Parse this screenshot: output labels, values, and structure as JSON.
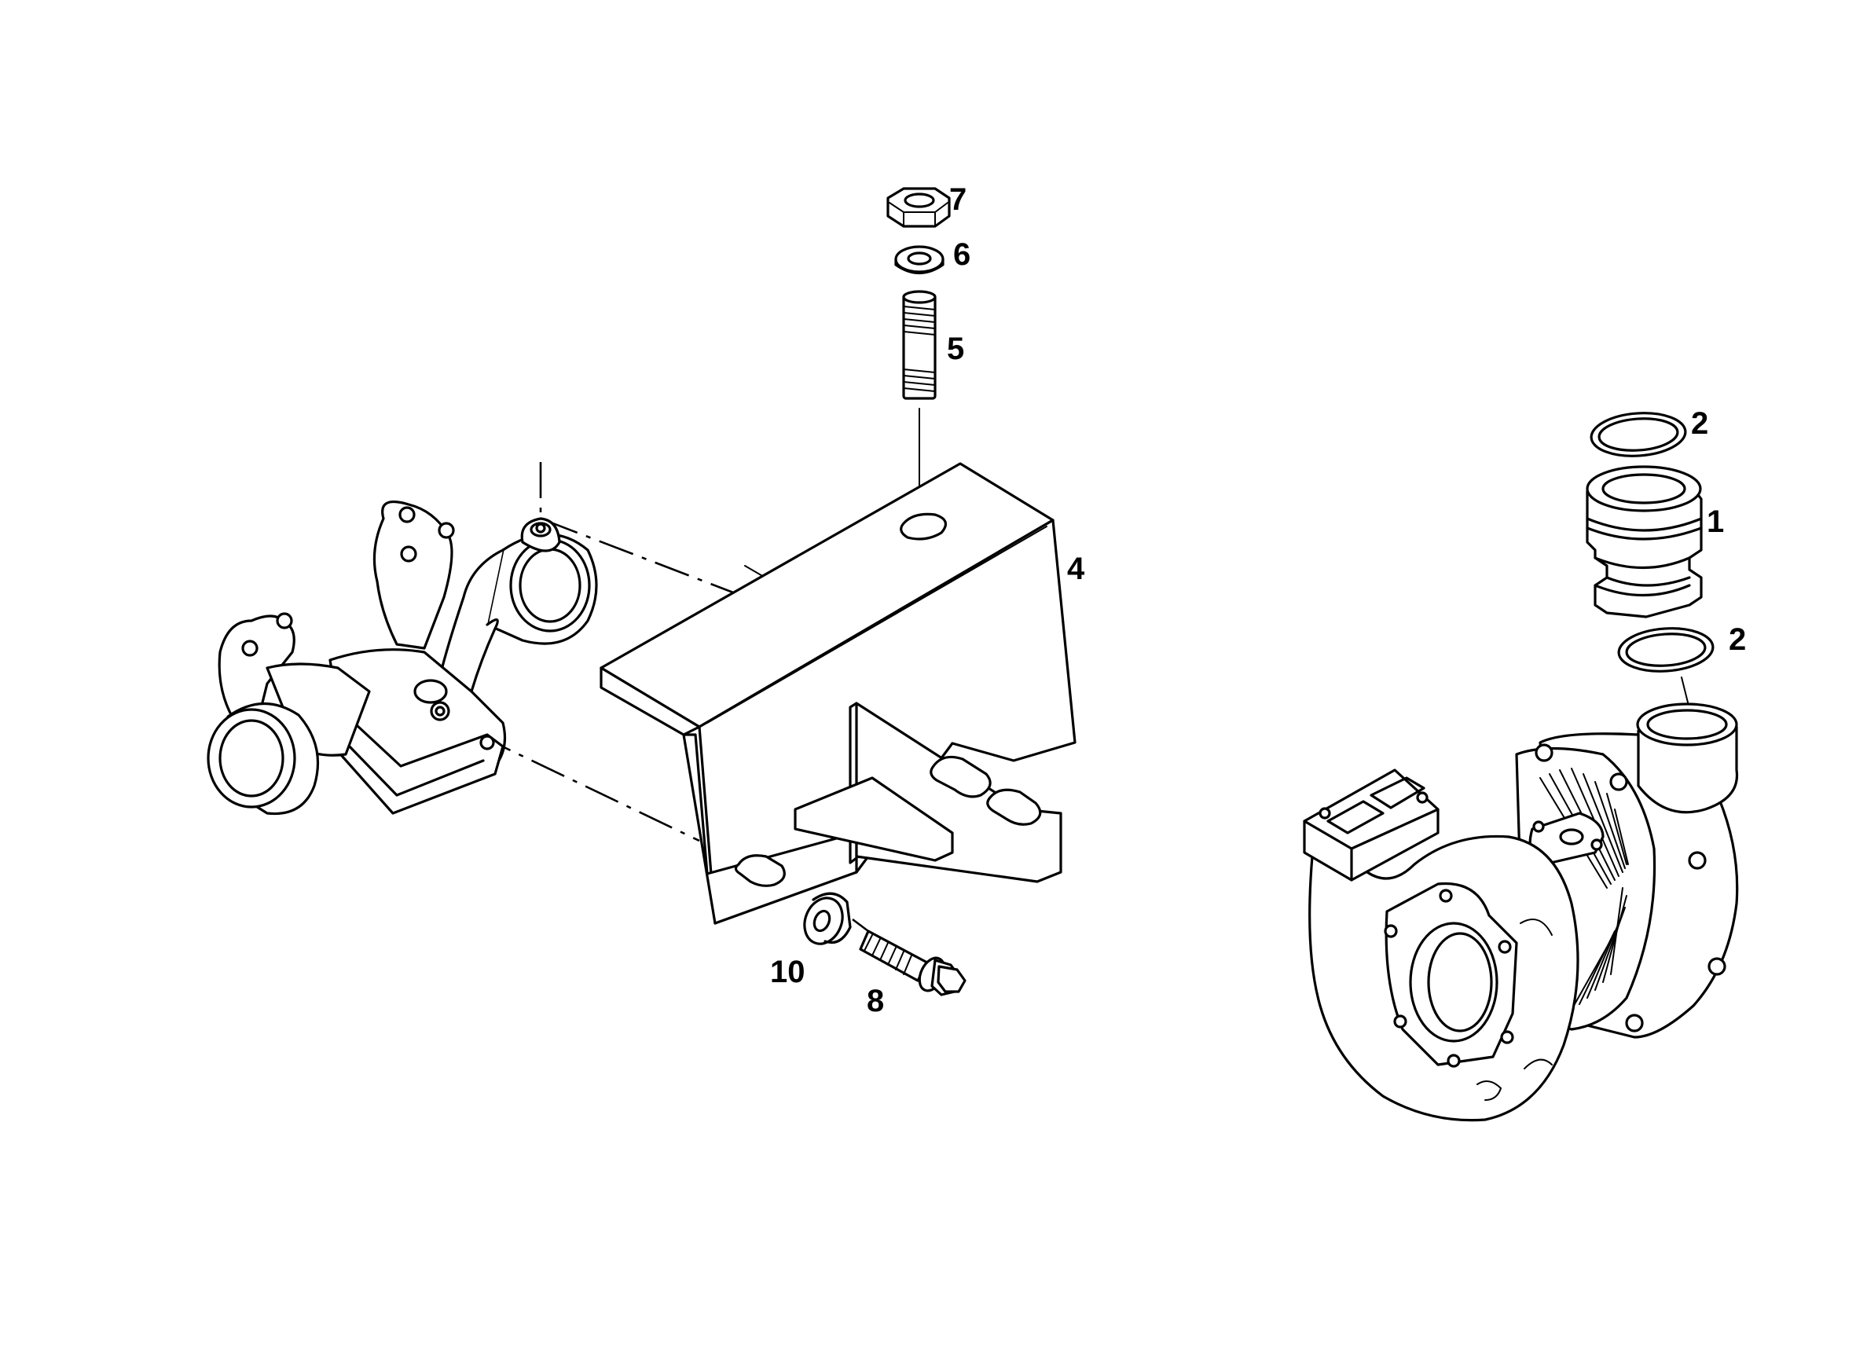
{
  "diagram": {
    "callouts": {
      "c1": "1",
      "c2a": "2",
      "c2b": "2",
      "c4": "4",
      "c5": "5",
      "c6": "6",
      "c7": "7",
      "c8": "8",
      "c10": "10"
    }
  }
}
